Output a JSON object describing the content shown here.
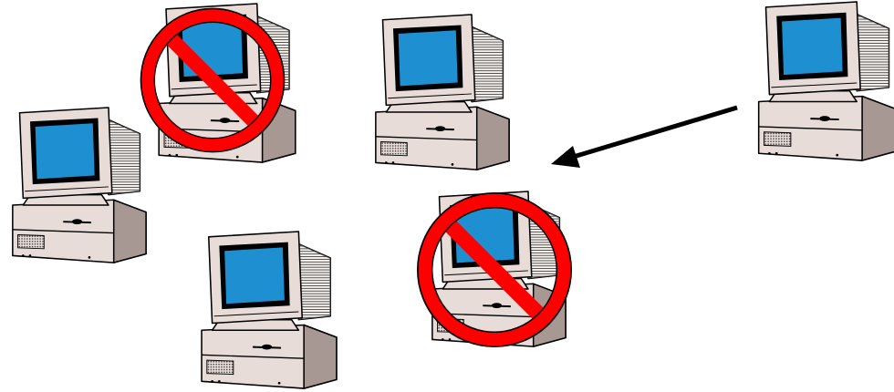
{
  "diagram": {
    "computers": [
      {
        "id": "pc-left",
        "blocked": false
      },
      {
        "id": "pc-top-left",
        "blocked": true
      },
      {
        "id": "pc-top-center",
        "blocked": false
      },
      {
        "id": "pc-far-right",
        "blocked": false
      },
      {
        "id": "pc-bottom-center",
        "blocked": true
      },
      {
        "id": "pc-bottom-left",
        "blocked": false
      }
    ],
    "arrow": {
      "from": "pc-far-right",
      "toward": "pc-top-center"
    },
    "icons": {
      "computer": "desktop-computer-icon",
      "blocked": "prohibited-sign-icon"
    },
    "colors": {
      "screen": "#1E8FD0",
      "case": "#E8DCD8",
      "case_side": "#A89894",
      "outline": "#000000",
      "prohibited": "#FF0000",
      "arrow": "#000000",
      "background": "#FFFFFF"
    }
  }
}
